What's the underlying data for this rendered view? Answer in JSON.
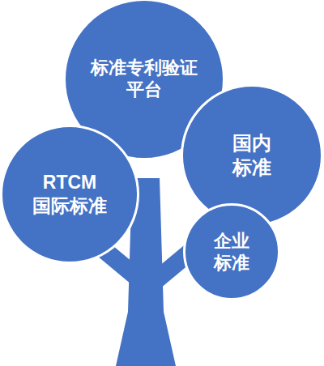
{
  "diagram": {
    "nodes": [
      {
        "text": [
          "标准专利验证 平台"
        ]
      },
      {
        "text": [
          "国内 标准"
        ]
      },
      {
        "text": [
          "RTCM 国际标准"
        ]
      },
      {
        "text": [
          "企业 标准"
        ]
      }
    ]
  }
}
